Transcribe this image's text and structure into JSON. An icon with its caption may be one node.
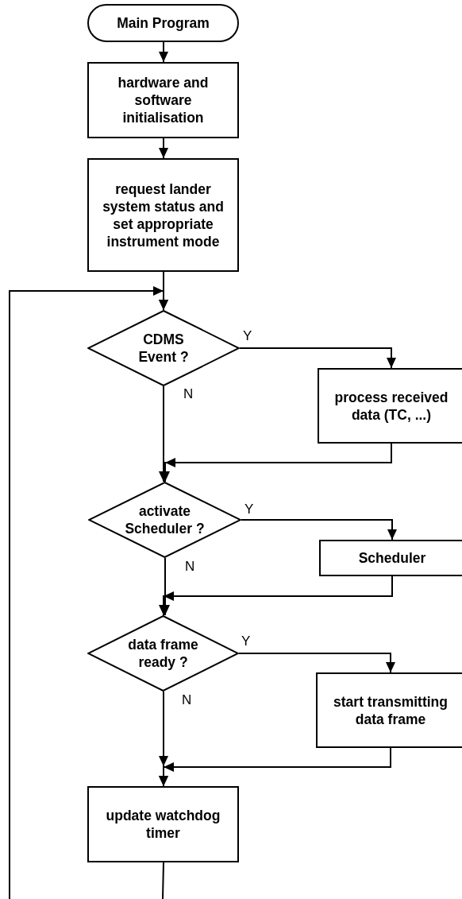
{
  "diagram": {
    "nodes": [
      {
        "text": [
          "Main Program"
        ]
      },
      {
        "text": [
          "hardware and software initialisation"
        ]
      },
      {
        "text": [
          "request lander system status and set appropriate instrument mode"
        ]
      },
      {
        "text": [
          "CDMS Event ?"
        ]
      },
      {
        "text": [
          "process received data (TC, ...)"
        ]
      },
      {
        "text": [
          "activate Scheduler ?"
        ]
      },
      {
        "text": [
          "Scheduler"
        ]
      },
      {
        "text": [
          "data frame ready ?"
        ]
      },
      {
        "text": [
          "start transmitting data frame"
        ]
      },
      {
        "text": [
          "update watchdog timer"
        ]
      }
    ],
    "edges": [
      {
        "from": 0,
        "to": 1,
        "arrow": "to"
      },
      {
        "from": 1,
        "to": 2,
        "arrow": "to"
      },
      {
        "from": 2,
        "to": 3,
        "arrow": "to"
      },
      {
        "from": null,
        "to": 3,
        "arrow": "to"
      },
      {
        "from": 3,
        "to": 4,
        "arrow": "to",
        "label": "Y"
      },
      {
        "from": 3,
        "to": 5,
        "arrow": "to",
        "label": "N"
      },
      {
        "from": 4,
        "to": 5,
        "arrow": "to"
      },
      {
        "from": 5,
        "to": 6,
        "arrow": "to",
        "label": "Y"
      },
      {
        "from": 5,
        "to": 7,
        "arrow": "to",
        "label": "N"
      },
      {
        "from": 6,
        "to": 7,
        "arrow": "to"
      },
      {
        "from": 7,
        "to": 8,
        "arrow": "to",
        "label": "Y"
      },
      {
        "from": 7,
        "to": 9,
        "arrow": "to",
        "label": "N"
      },
      {
        "from": 8,
        "to": 9,
        "arrow": "to"
      },
      {
        "from": 9,
        "to": null,
        "arrow": "none"
      }
    ]
  }
}
